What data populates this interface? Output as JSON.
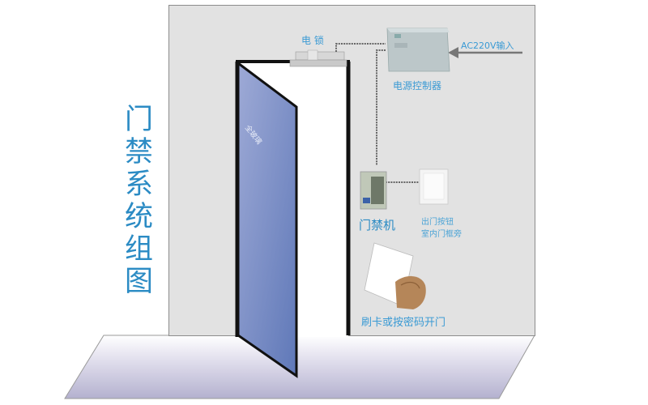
{
  "title": "门禁系统组图",
  "components": {
    "electric_lock": {
      "label": "电  锁"
    },
    "power_controller": {
      "label": "电源控制器"
    },
    "ac_input": {
      "label": "AC220V输入"
    },
    "access_controller": {
      "label": "门禁机"
    },
    "exit_button": {
      "line1": "出门按钮",
      "line2": "室内门框旁"
    },
    "card_reader_action": {
      "label": "刷卡或按密码开门"
    }
  },
  "colors": {
    "wall": "#e2e2e2",
    "door_panel": "#6f86c0",
    "door_frame": "#111111",
    "floor": "#c7c5de",
    "label_blue": "#3a9ad4"
  }
}
